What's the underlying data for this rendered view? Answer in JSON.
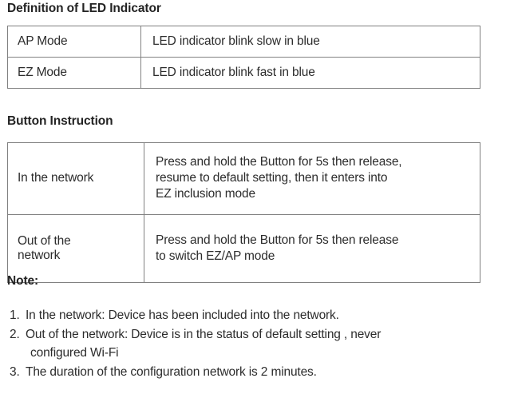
{
  "document": {
    "sections": [
      {
        "id": "led",
        "heading": "Definition of LED Indicator",
        "table": {
          "rows": [
            {
              "mode": "AP Mode",
              "description": "LED indicator blink slow in blue"
            },
            {
              "mode": "EZ Mode",
              "description": "LED indicator blink fast in blue"
            }
          ]
        }
      },
      {
        "id": "button",
        "heading": "Button Instruction",
        "table": {
          "rows": [
            {
              "state": "In the network",
              "action_lines": [
                "Press and hold the Button for 5s then release,",
                "resume to default setting, then it enters into",
                "EZ inclusion mode"
              ]
            },
            {
              "state_lines": [
                "Out of the",
                "network"
              ],
              "action_lines": [
                "Press and hold the Button for 5s then release",
                "to switch EZ/AP mode"
              ]
            }
          ]
        }
      },
      {
        "id": "note",
        "heading": "Note:",
        "items": [
          {
            "number": "1.",
            "line1": "In the network: Device has been included into the network.",
            "line2": ""
          },
          {
            "number": "2.",
            "line1": "Out of the network: Device is in the status of default setting , never",
            "line2": "configured Wi-Fi"
          },
          {
            "number": "3.",
            "line1": "The duration of the configuration network is 2 minutes.",
            "line2": ""
          }
        ]
      }
    ]
  },
  "colors": {
    "text": "#2c2c2c",
    "heading": "#232323",
    "table_border": "#818181",
    "background": "#ffffff"
  }
}
